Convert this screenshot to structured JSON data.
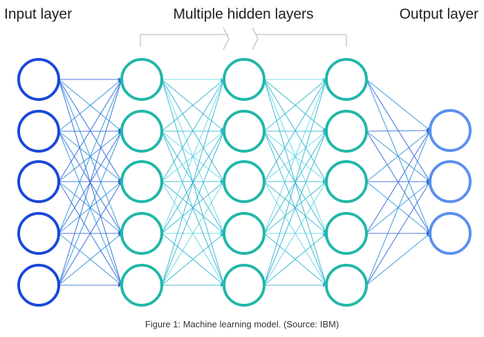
{
  "labels": {
    "input_layer": "Input layer",
    "hidden_layers": "Multiple hidden layers",
    "output_layer": "Output layer"
  },
  "caption": "Figure 1: Machine learning model. (Source: IBM)",
  "network": {
    "layers": [
      {
        "role": "input",
        "nodes": 5,
        "color": "#1a48d8"
      },
      {
        "role": "hidden",
        "nodes": 5,
        "color": "#20b7a8"
      },
      {
        "role": "hidden",
        "nodes": 5,
        "color": "#20b7a8"
      },
      {
        "role": "hidden",
        "nodes": 5,
        "color": "#20b7a8"
      },
      {
        "role": "output",
        "nodes": 3,
        "color": "#5b8ff0"
      }
    ],
    "connection_colors": [
      "#2a63d8",
      "#2ab3cf",
      "#5ed6e0",
      "#2a8fd8"
    ],
    "bracket_color": "#c8c8c8"
  }
}
